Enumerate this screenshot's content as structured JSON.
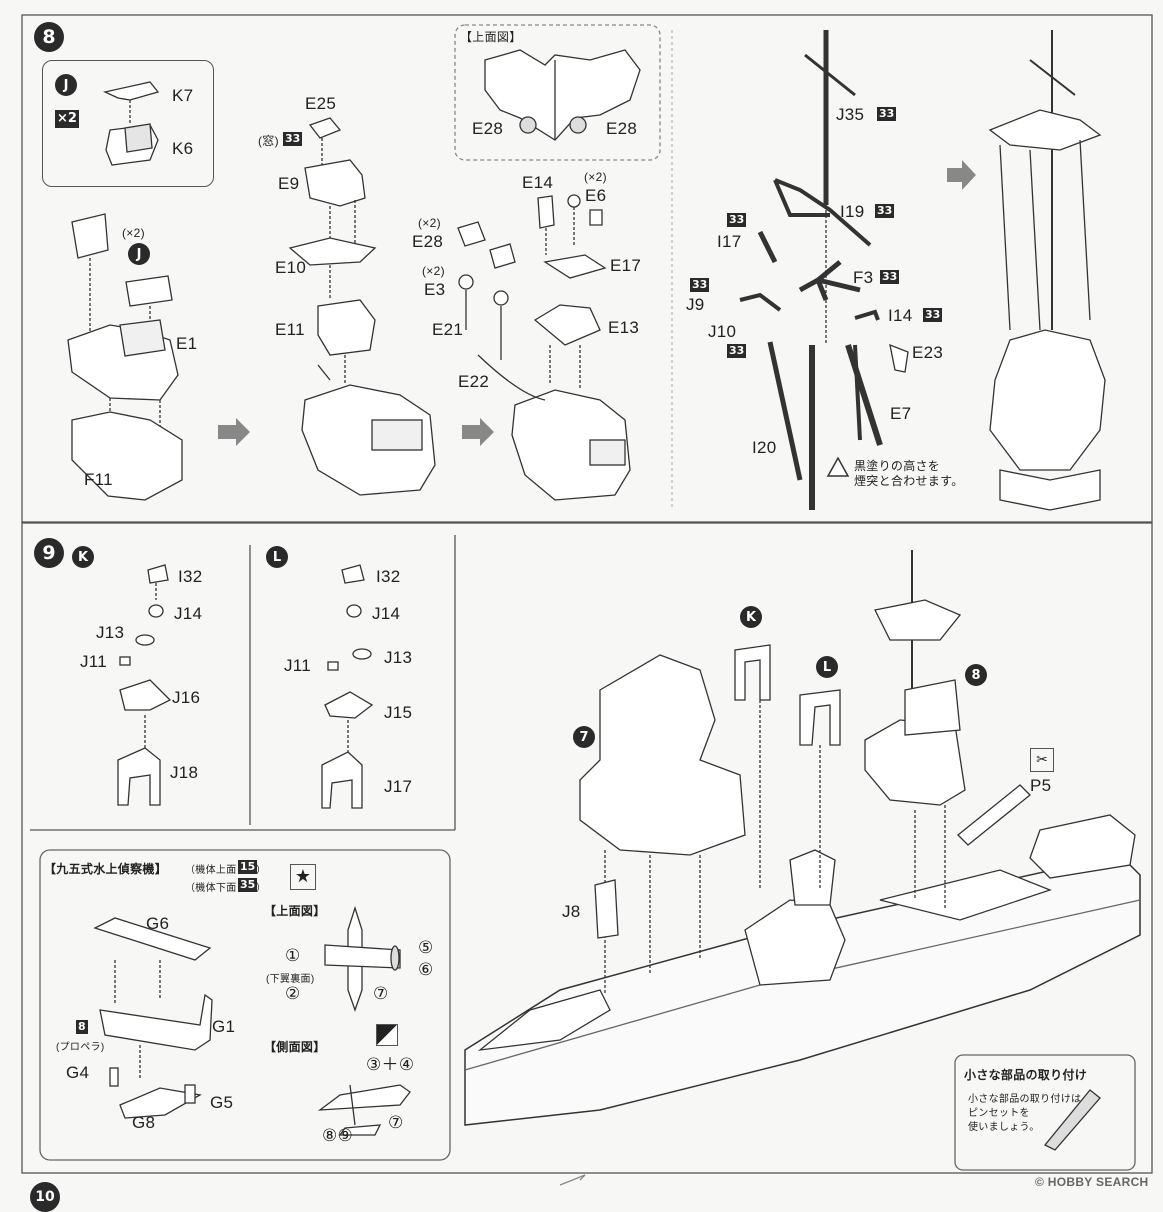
{
  "step8": {
    "number": "8",
    "inset": {
      "badge": "J",
      "multiplier": "×2",
      "parts": [
        "K7",
        "K6"
      ]
    },
    "col1": {
      "badge": "J",
      "qty": "(×2)",
      "parts": [
        "E1",
        "F11"
      ]
    },
    "col2": {
      "parts": [
        "E25",
        "E9",
        "E10",
        "E11"
      ],
      "window_note": "(窓)",
      "color_code": "33"
    },
    "top_view": {
      "title": "【上面図】",
      "parts": [
        "E28",
        "E28"
      ]
    },
    "col3": {
      "parts": [
        "E14",
        "E6",
        "E28",
        "E3",
        "E17",
        "E13",
        "E21",
        "E22"
      ],
      "qty_e6": "(×2)",
      "qty_e28": "(×2)",
      "qty_e3": "(×2)"
    },
    "mast": {
      "parts": [
        "J35",
        "I19",
        "I17",
        "F3",
        "J9",
        "I14",
        "J10",
        "E23",
        "E7",
        "I20"
      ],
      "color_code": "33",
      "caution_line1": "黒塗りの高さを",
      "caution_line2": "煙突と合わせます。"
    }
  },
  "step9": {
    "number": "9",
    "groupK": {
      "badge": "K",
      "parts": [
        "I32",
        "J14",
        "J13",
        "J11",
        "J16",
        "J18"
      ]
    },
    "groupL": {
      "badge": "L",
      "parts": [
        "I32",
        "J14",
        "J11",
        "J13",
        "J15",
        "J17"
      ]
    },
    "plane": {
      "title": "【九五式水上偵察機】",
      "upper_note": "（機体上面：",
      "upper_code": "15",
      "lower_note": "（機体下面：",
      "lower_code": "35",
      "close_paren": "）",
      "parts": [
        "G6",
        "G1",
        "G4",
        "G5",
        "G8"
      ],
      "prop_code": "8",
      "prop_note": "(プロペラ)",
      "top_view": "【上面図】",
      "side_view": "【側面図】",
      "wing_note": "(下翼裏面)",
      "marks": [
        "①",
        "②",
        "⑤",
        "⑥",
        "⑦",
        "③＋④",
        "⑦",
        "⑧⑨"
      ]
    },
    "ship": {
      "badges": [
        "K",
        "L",
        "8",
        "7"
      ],
      "parts": [
        "J8",
        "P5"
      ]
    },
    "tip": {
      "title": "小さな部品の取り付け",
      "line1": "小さな部品の取り付けは",
      "line2": "ピンセットを",
      "line3": "使いましょう。"
    }
  },
  "step10": {
    "number": "10"
  },
  "watermark": "© HOBBY SEARCH"
}
